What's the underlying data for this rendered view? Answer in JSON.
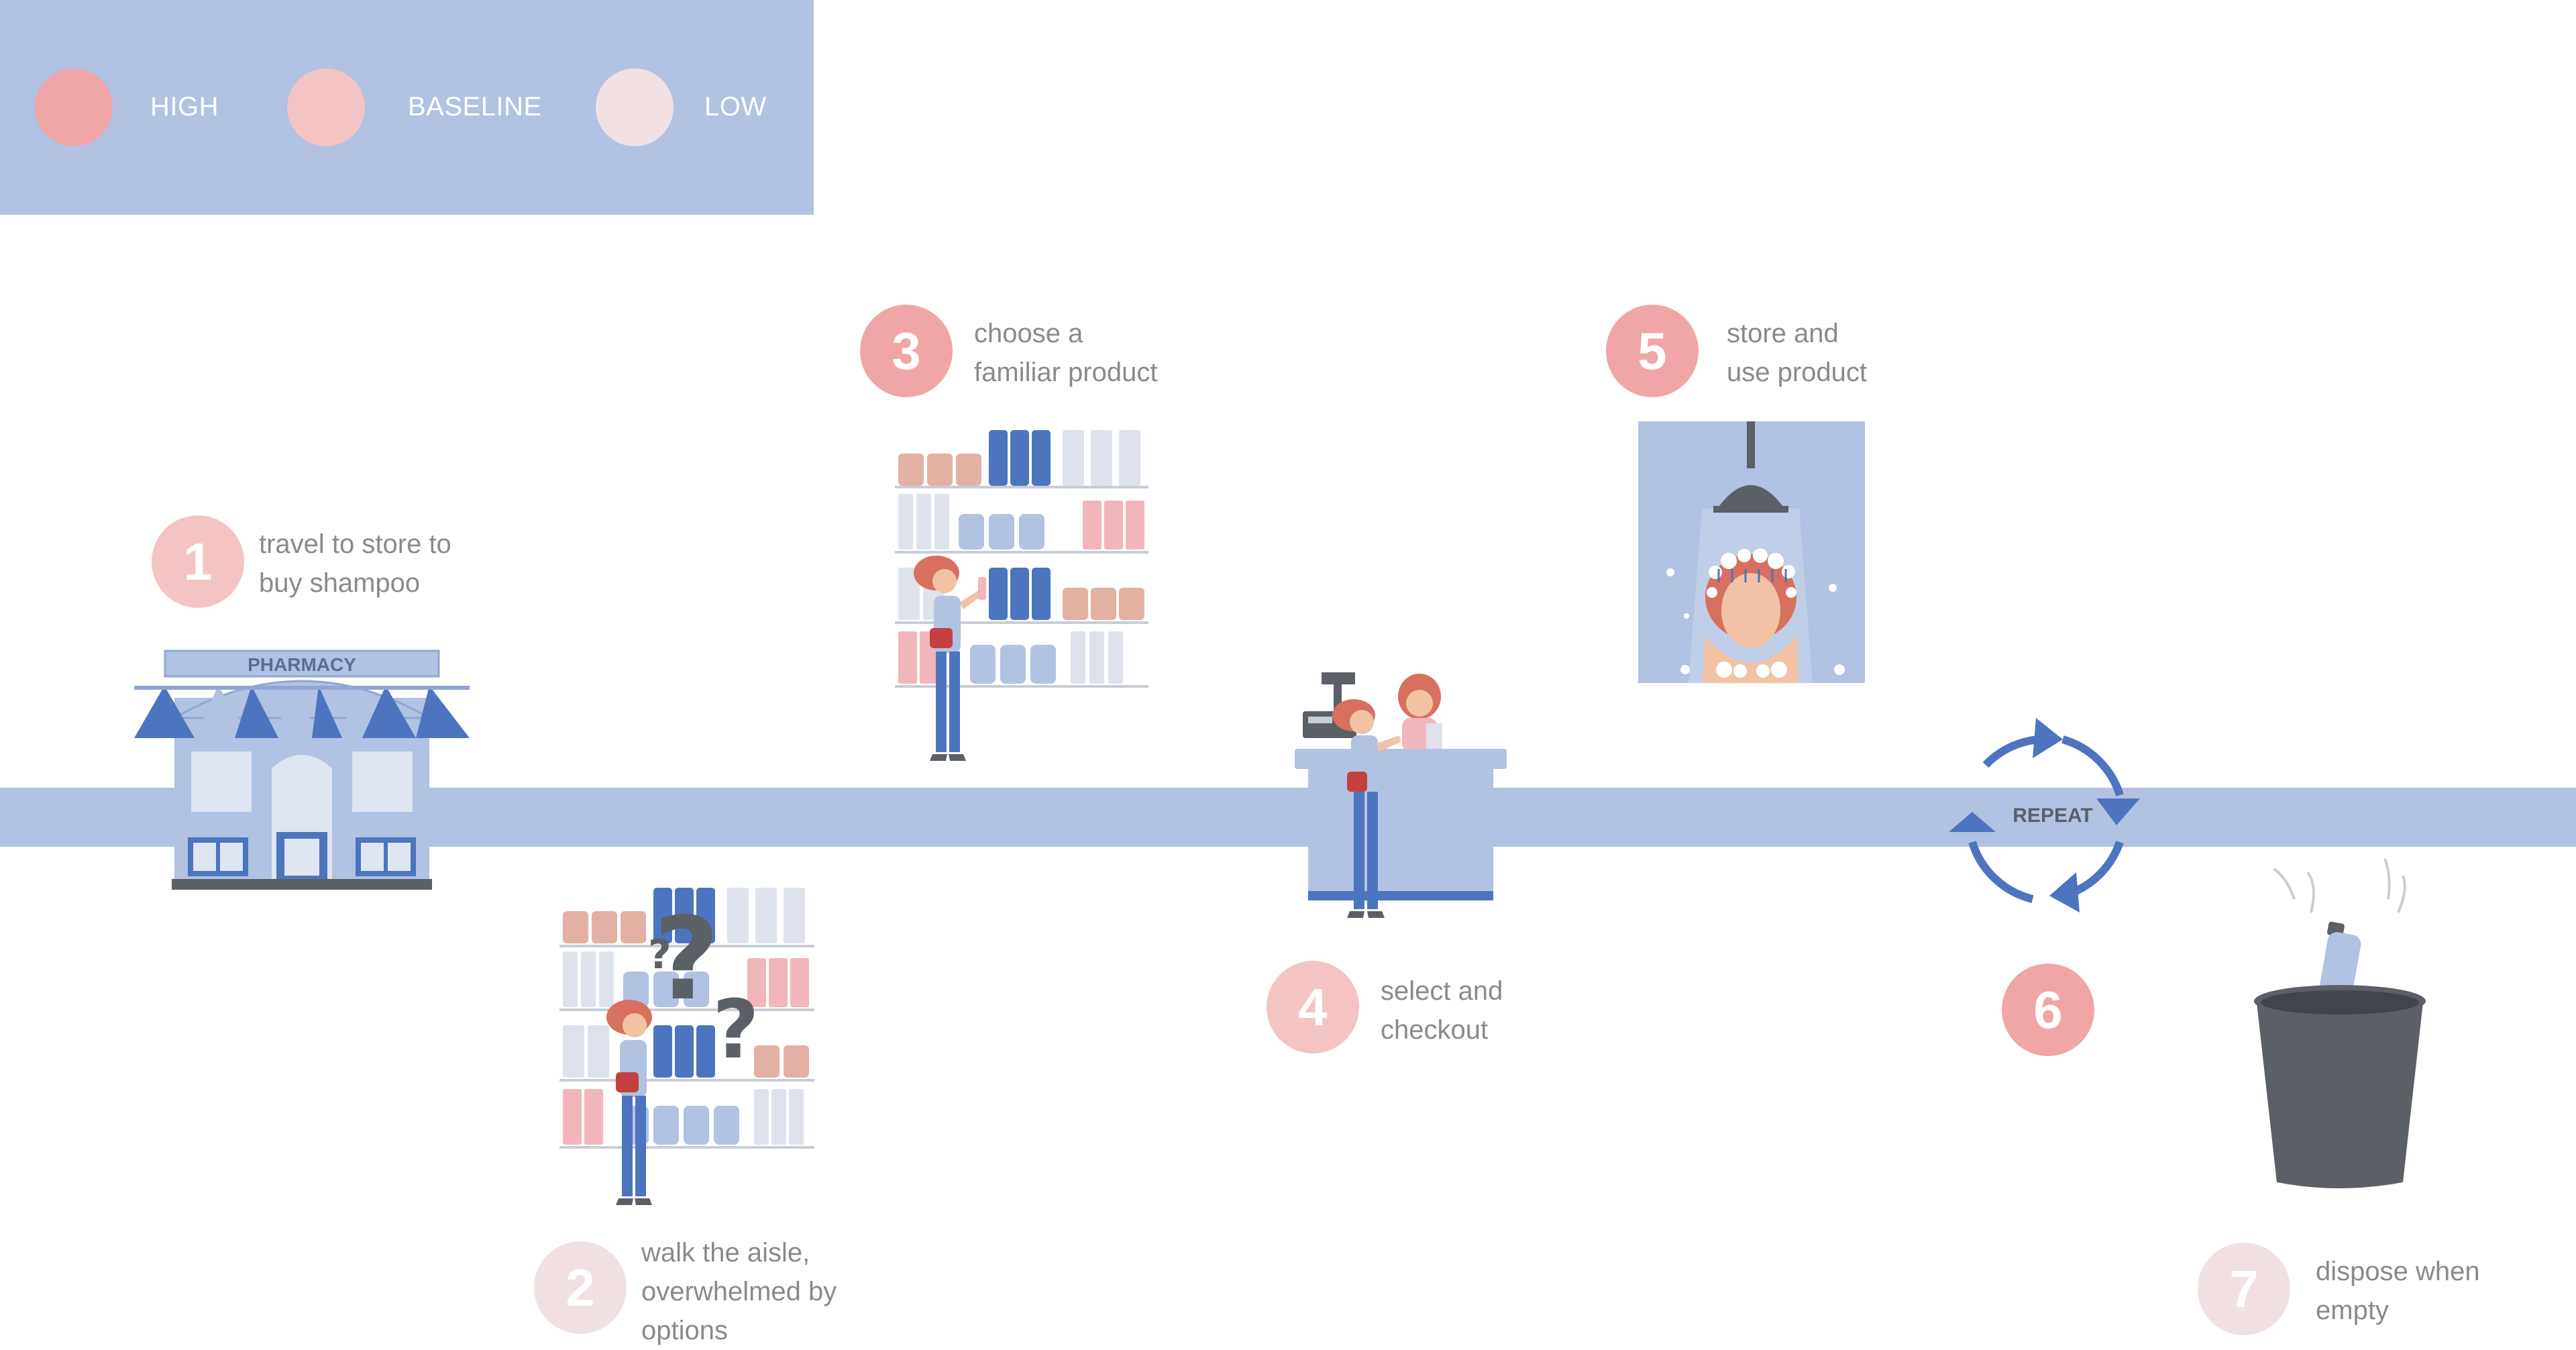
{
  "colors": {
    "high": "#f0a6a6",
    "baseline": "#f4c4c4",
    "low": "#f1e1e3",
    "accent_blue": "#b1c2e2",
    "deep_blue": "#4d74be"
  },
  "legend": {
    "items": [
      {
        "label": "HIGH",
        "level": "high"
      },
      {
        "label": "BASELINE",
        "level": "baseline"
      },
      {
        "label": "LOW",
        "level": "low"
      }
    ]
  },
  "steps": [
    {
      "number": "1",
      "lines": [
        "travel to store to",
        "buy shampoo"
      ],
      "level": "baseline"
    },
    {
      "number": "2",
      "lines": [
        "walk the aisle,",
        "overwhelmed by",
        "options"
      ],
      "level": "low"
    },
    {
      "number": "3",
      "lines": [
        "choose a",
        "familiar product"
      ],
      "level": "high"
    },
    {
      "number": "4",
      "lines": [
        "select and",
        "checkout"
      ],
      "level": "baseline"
    },
    {
      "number": "5",
      "lines": [
        "store and",
        "use product"
      ],
      "level": "high"
    },
    {
      "number": "6",
      "lines": [],
      "level": "high"
    },
    {
      "number": "7",
      "lines": [
        "dispose when",
        "empty"
      ],
      "level": "low"
    }
  ],
  "illustrations": {
    "pharmacy_sign": "PHARMACY",
    "repeat_label": "REPEAT"
  }
}
